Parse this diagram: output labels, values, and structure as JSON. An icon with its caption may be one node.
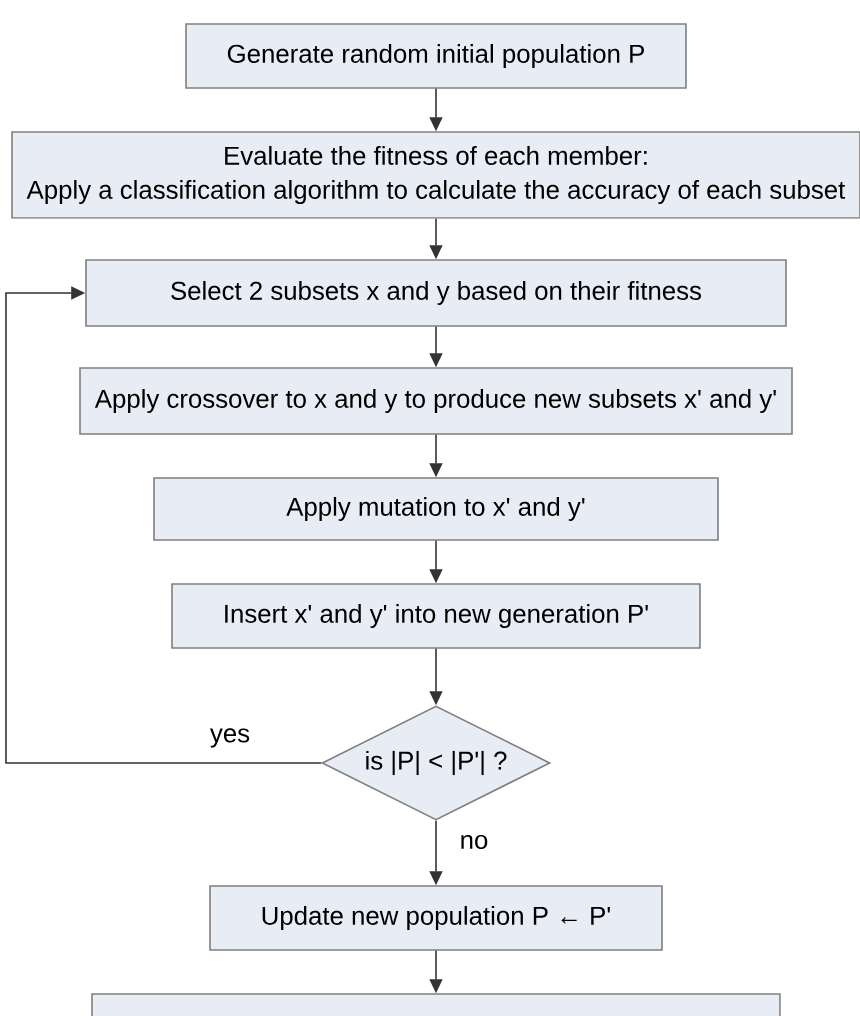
{
  "diagram": {
    "nodes": [
      {
        "text": [
          "Generate random initial population P"
        ]
      },
      {
        "text": [
          "Evaluate the fitness of each member:",
          "Apply a classification algorithm to calculate the accuracy of each subset"
        ]
      },
      {
        "text": [
          "Select 2 subsets x and y based on their fitness"
        ]
      },
      {
        "text": [
          "Apply crossover to x and y to produce new subsets x' and y'"
        ]
      },
      {
        "text": [
          "Apply mutation to x' and y'"
        ]
      },
      {
        "text": [
          "Insert x' and y' into new generation P'"
        ]
      },
      {
        "text": [
          "is |P| < |P'| ?"
        ]
      },
      {
        "text": [
          "Update new population P ← P'"
        ]
      },
      {
        "text": [],
        "shape": "box"
      }
    ],
    "edges": [
      {
        "from": 0,
        "to": 1,
        "arrow": "to"
      },
      {
        "from": 1,
        "to": 2,
        "arrow": "to"
      },
      {
        "from": 2,
        "to": 3,
        "arrow": "to"
      },
      {
        "from": 3,
        "to": 4,
        "arrow": "to"
      },
      {
        "from": 4,
        "to": 5,
        "arrow": "to"
      },
      {
        "from": 5,
        "to": 6,
        "arrow": "to"
      },
      {
        "from": 6,
        "to": 2,
        "arrow": "to",
        "label": "yes"
      },
      {
        "from": 6,
        "to": 7,
        "arrow": "to",
        "label": "no"
      },
      {
        "from": 7,
        "to": 8,
        "arrow": "to"
      }
    ]
  }
}
